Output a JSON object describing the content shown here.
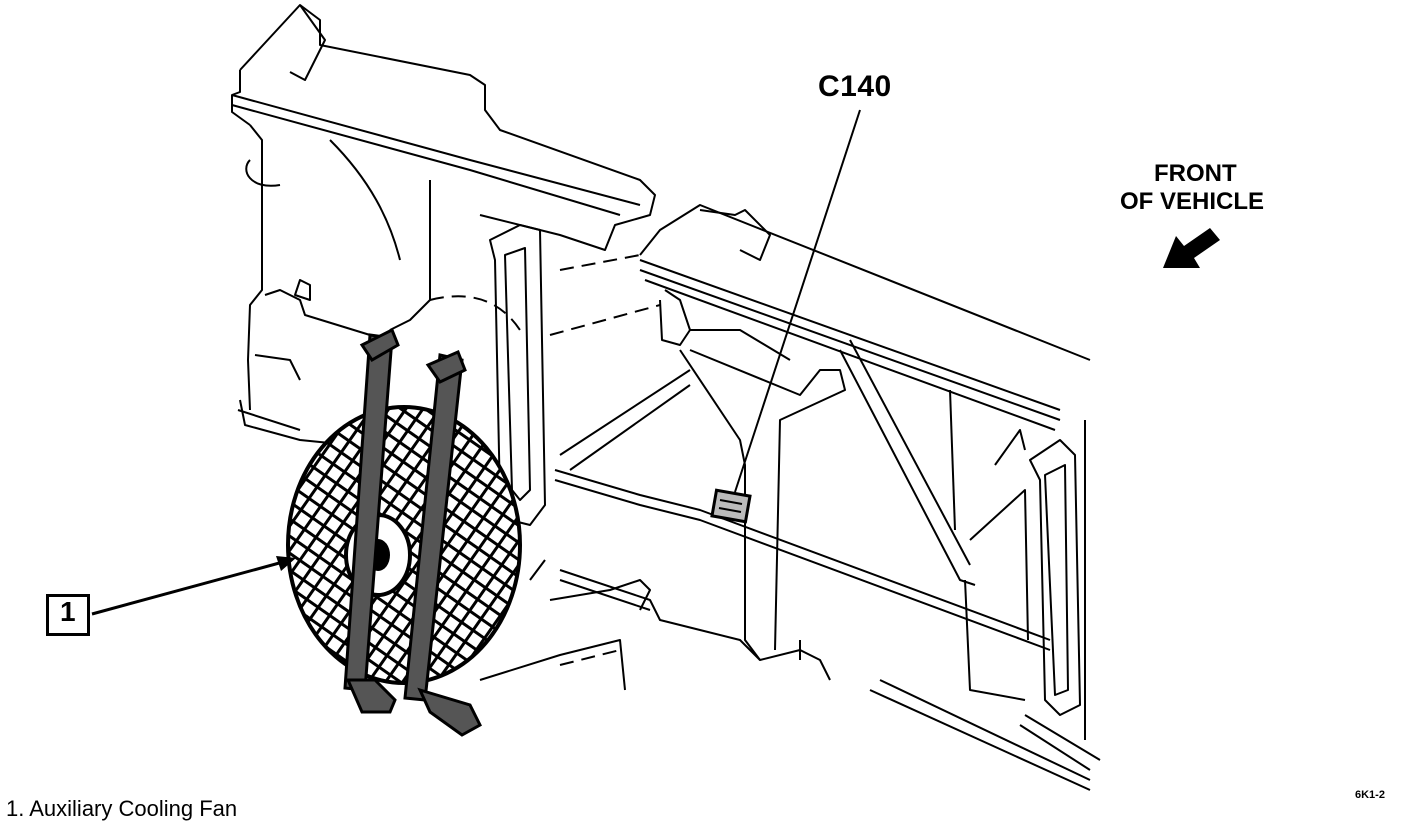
{
  "callouts": {
    "connector": "C140",
    "front_line1": "FRONT",
    "front_line2": "OF VEHICLE",
    "item_number": "1"
  },
  "legend": {
    "item": "1.",
    "text": "Auxiliary Cooling Fan",
    "full": "1. Auxiliary Cooling Fan"
  },
  "figure_id": "6K1-2",
  "colors": {
    "ink": "#000000",
    "paper": "#ffffff"
  }
}
